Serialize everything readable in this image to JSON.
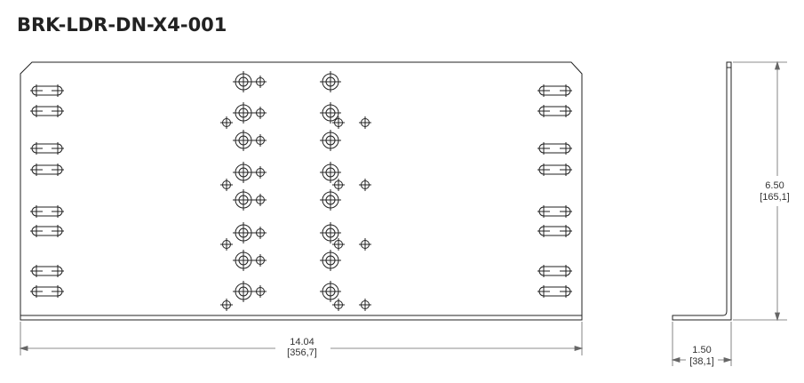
{
  "title": "BRK-LDR-DN-X4-001",
  "dimensions": {
    "width": {
      "inch": "14.04",
      "mm": "[356,7]"
    },
    "height": {
      "inch": "6.50",
      "mm": "[165,1]"
    },
    "flange": {
      "inch": "1.50",
      "mm": "[38,1]"
    }
  },
  "colors": {
    "line": "#222222",
    "dim_line": "#555555"
  }
}
